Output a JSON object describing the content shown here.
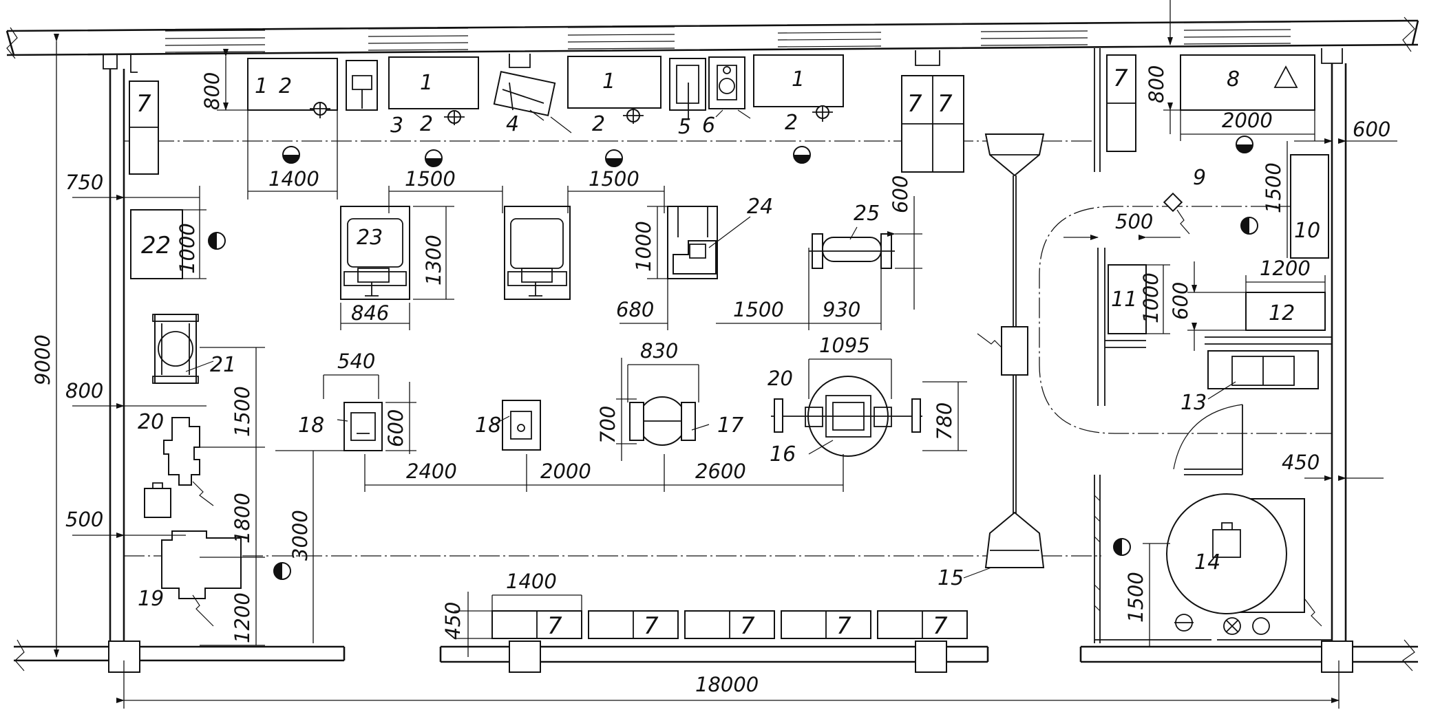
{
  "plan": {
    "dimensions": {
      "d9000": "9000",
      "d800_left": "800",
      "d750": "750",
      "d1000_22": "1000",
      "d1500_21": "1500",
      "d1800": "1800",
      "d500_left": "500",
      "d1200_left": "1200",
      "d3000": "3000",
      "d800_top": "800",
      "d1400_top": "1400",
      "d1500_a": "1500",
      "d1500_b": "1500",
      "d1300": "1300",
      "d846": "846",
      "d1000_24": "1000",
      "d680": "680",
      "d1500_c": "1500",
      "d600_25": "600",
      "d930": "930",
      "d540": "540",
      "d600_18": "600",
      "d830": "830",
      "d700": "700",
      "d1095": "1095",
      "d20": "20",
      "d780": "780",
      "d2400": "2400",
      "d2000_mid": "2000",
      "d2600": "2600",
      "d1400_bottom": "1400",
      "d450_bottom": "450",
      "d18000": "18000",
      "d800_right": "800",
      "d2000_right": "2000",
      "d600_right": "600",
      "d1500_10": "1500",
      "d500_right": "500",
      "d1200_right": "1200",
      "d1000_11": "1000",
      "d600_12": "600",
      "d450_right": "450",
      "d1500_14": "1500"
    },
    "labels": {
      "l1_a": "1",
      "l1_b": "1",
      "l1_c": "1",
      "l1_d": "1",
      "l2_a": "2",
      "l2_b": "2",
      "l2_c": "2",
      "l2_d": "2",
      "l3": "3",
      "l4": "4",
      "l5": "5",
      "l6": "6",
      "l7_left": "7",
      "l7_mid_a": "7",
      "l7_mid_b": "7",
      "l7_right": "7",
      "l7_bot_a": "7",
      "l7_bot_b": "7",
      "l7_bot_c": "7",
      "l7_bot_d": "7",
      "l7_bot_e": "7",
      "l8": "8",
      "l9": "9",
      "l10": "10",
      "l11": "11",
      "l12": "12",
      "l13": "13",
      "l14": "14",
      "l15": "15",
      "l16": "16",
      "l17": "17",
      "l18_a": "18",
      "l18_b": "18",
      "l19": "19",
      "l20": "20",
      "l21": "21",
      "l22": "22",
      "l23": "23",
      "l24": "24",
      "l25": "25"
    }
  }
}
